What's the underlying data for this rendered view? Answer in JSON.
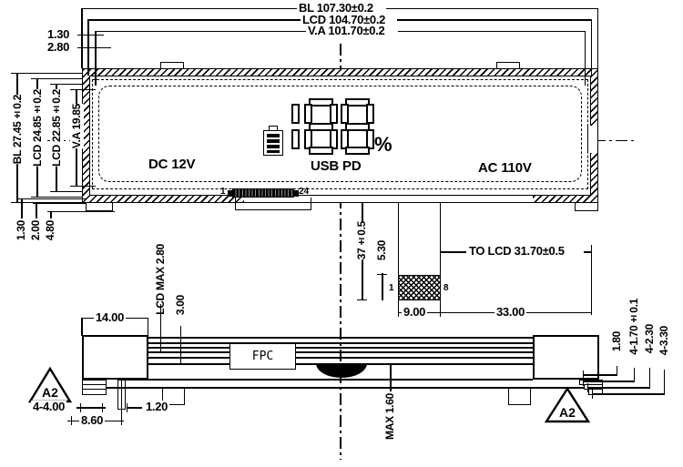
{
  "front": {
    "top_dims": [
      "BL 107.30±0.2",
      "LCD 104.70±0.2",
      "V.A 101.70±0.2"
    ],
    "top_left_dims": [
      "1.30",
      "2.80"
    ],
    "left_dims": [
      "BL 27.45±0.2",
      "LCD 24.85±0.2",
      "LCD 22.85±0.2",
      "V.A 19.85"
    ],
    "bottom_left_dims": [
      "1.30",
      "2.00",
      "4.80"
    ],
    "screen": {
      "zone_labels": [
        "DC 12V",
        "USB PD",
        "AC 110V"
      ],
      "digits": [
        "1",
        "8",
        "8"
      ],
      "percent_label": "%"
    },
    "connector": {
      "pin_start": "1",
      "pin_end": "24"
    }
  },
  "tail": {
    "length_dim": "37±0.5",
    "connector_height_dim": "5.30",
    "to_lcd_dim": "TO LCD 31.70±0.5",
    "width_dim": "9.00",
    "offset_dim": "33.00",
    "pin_start": "1",
    "pin_end": "8"
  },
  "side": {
    "end_block_width_dim": "14.00",
    "lcd_thickness_dim": "LCD MAX 2.80",
    "stack_height_dim": "3.00",
    "fpc_label": "FPC",
    "bump_height_dim": "MAX 1.60",
    "foot_dim": "4-4.00",
    "pin_pitch_dim": "8.60",
    "pin_width_dim": "1.20",
    "right_dims": [
      "1.80",
      "4-1.70±0.1",
      "4-2.30",
      "4-3.30"
    ],
    "marker_label": "A2"
  }
}
